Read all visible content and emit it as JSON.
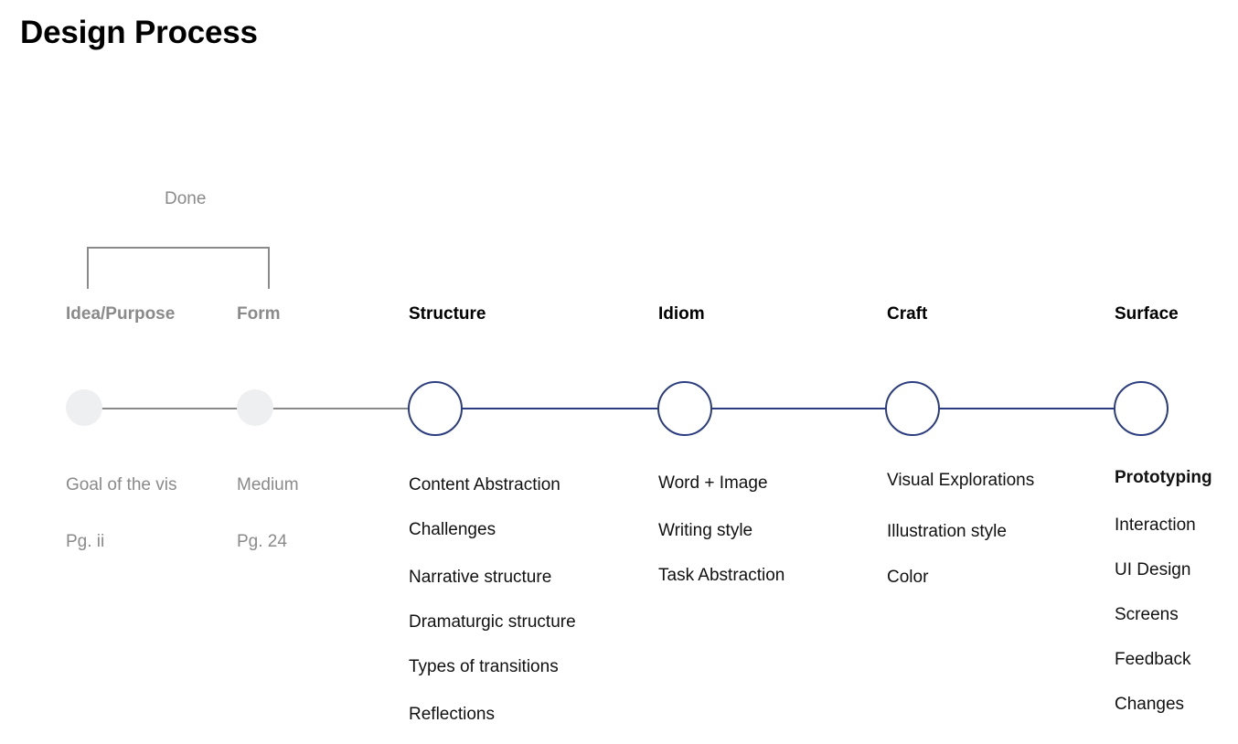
{
  "title": "Design Process",
  "done_label": "Done",
  "colors": {
    "done": "#8a8a8a",
    "done_node": "#eeeff1",
    "active": "#2b3d80",
    "text": "#000000"
  },
  "stages": [
    {
      "name": "Idea/Purpose",
      "status": "done",
      "items": [
        "Goal of the vis",
        "Pg. ii"
      ]
    },
    {
      "name": "Form",
      "status": "done",
      "items": [
        "Medium",
        "Pg. 24"
      ]
    },
    {
      "name": "Structure",
      "status": "active",
      "items": [
        "Content Abstraction",
        "Challenges",
        "Narrative structure",
        "Dramaturgic structure",
        "Types of transitions",
        "Reflections"
      ]
    },
    {
      "name": "Idiom",
      "status": "active",
      "items": [
        "Word + Image",
        "Writing style",
        "Task Abstraction"
      ]
    },
    {
      "name": "Craft",
      "status": "active",
      "items": [
        "Visual Explorations",
        "Illustration style",
        "Color"
      ]
    },
    {
      "name": "Surface",
      "status": "active",
      "items": [
        "Prototyping",
        "Interaction",
        "UI Design",
        "Screens",
        "Feedback",
        "Changes"
      ]
    }
  ]
}
